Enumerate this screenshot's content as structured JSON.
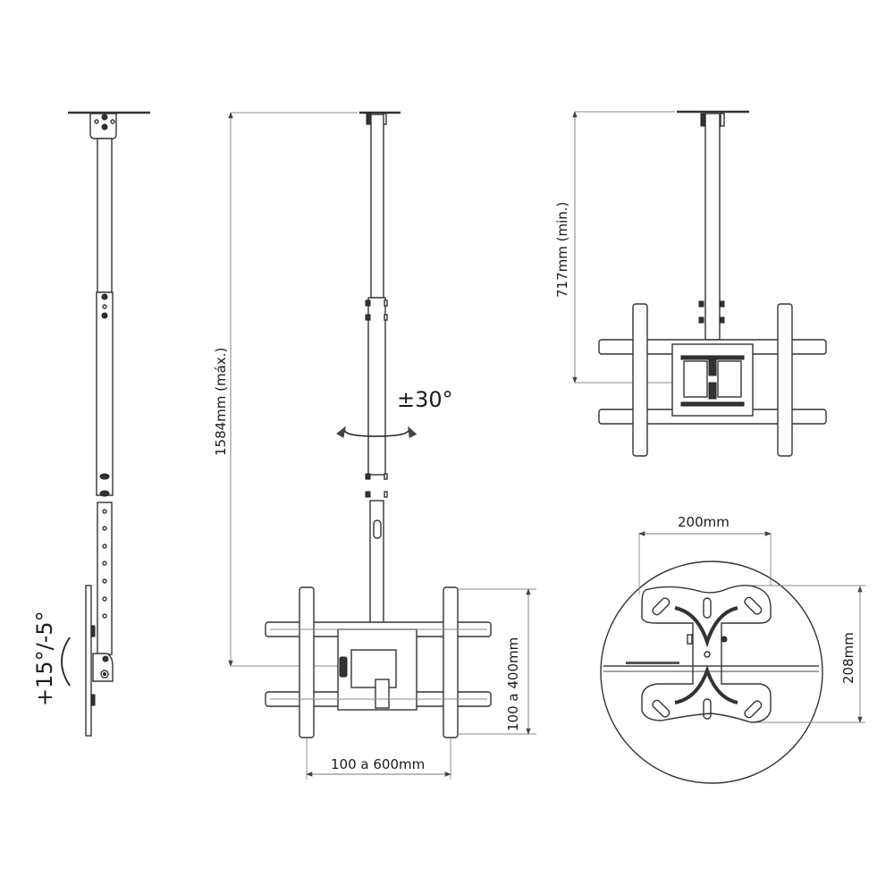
{
  "figure": {
    "type": "technical-drawing",
    "subject": "ceiling TV mount with telescopic pole",
    "views": [
      {
        "name": "side-view",
        "annotation": "+15°/-5°",
        "meaning": "tilt range"
      },
      {
        "name": "front-view-extended",
        "annotations": [
          "1584mm (máx.)",
          "±30°",
          "100 a 400mm",
          "100 a 600mm"
        ]
      },
      {
        "name": "front-view-retracted",
        "annotations": [
          "717mm (min.)"
        ]
      },
      {
        "name": "ceiling-plate-detail",
        "annotations": [
          "200mm",
          "208mm"
        ]
      }
    ]
  },
  "labels": {
    "tilt": "+15°/-5°",
    "max_height": "1584mm (máx.)",
    "min_height": "717mm (min.)",
    "swivel": "±30°",
    "vesa_vertical": "100 a 400mm",
    "vesa_horizontal": "100 a 600mm",
    "plate_width": "200mm",
    "plate_height": "208mm"
  },
  "colors": {
    "line": "#333333",
    "dimension_line": "#777777",
    "background": "#ffffff"
  }
}
